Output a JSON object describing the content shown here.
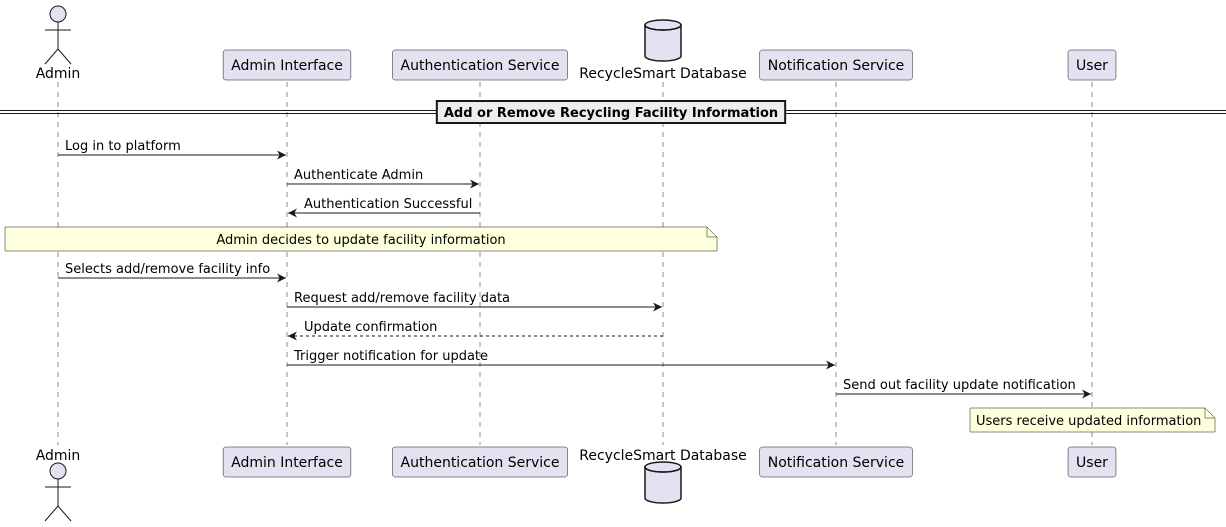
{
  "diagram": {
    "type": "sequence",
    "colors": {
      "participant_fill": "#E2E2F0",
      "participant_stroke": "#181818",
      "note_fill": "#FEFFDD",
      "divider_fill": "#EEEEEE",
      "line": "#181818",
      "lifeline": "#181818"
    },
    "participants": [
      {
        "id": "admin",
        "label": "Admin",
        "kind": "actor"
      },
      {
        "id": "ui",
        "label": "Admin Interface",
        "kind": "box"
      },
      {
        "id": "auth",
        "label": "Authentication Service",
        "kind": "box"
      },
      {
        "id": "db",
        "label": "RecycleSmart Database",
        "kind": "database"
      },
      {
        "id": "notif",
        "label": "Notification Service",
        "kind": "box"
      },
      {
        "id": "user",
        "label": "User",
        "kind": "box"
      }
    ],
    "divider": {
      "label": "Add or Remove Recycling Facility Information"
    },
    "steps": [
      {
        "kind": "message",
        "from": "admin",
        "to": "ui",
        "label": "Log in to platform",
        "style": "solid"
      },
      {
        "kind": "message",
        "from": "ui",
        "to": "auth",
        "label": "Authenticate Admin",
        "style": "solid"
      },
      {
        "kind": "message",
        "from": "auth",
        "to": "ui",
        "label": "Authentication Successful",
        "style": "solid"
      },
      {
        "kind": "note",
        "over": [
          "admin",
          "db"
        ],
        "label": "Admin decides to update facility information"
      },
      {
        "kind": "message",
        "from": "admin",
        "to": "ui",
        "label": "Selects add/remove facility info",
        "style": "solid"
      },
      {
        "kind": "message",
        "from": "ui",
        "to": "db",
        "label": "Request add/remove facility data",
        "style": "solid"
      },
      {
        "kind": "message",
        "from": "db",
        "to": "ui",
        "label": "Update confirmation",
        "style": "dashed"
      },
      {
        "kind": "message",
        "from": "ui",
        "to": "notif",
        "label": "Trigger notification for update",
        "style": "solid"
      },
      {
        "kind": "message",
        "from": "notif",
        "to": "user",
        "label": "Send out facility update notification",
        "style": "solid"
      },
      {
        "kind": "note",
        "over": [
          "user"
        ],
        "label": "Users receive updated information"
      }
    ]
  }
}
